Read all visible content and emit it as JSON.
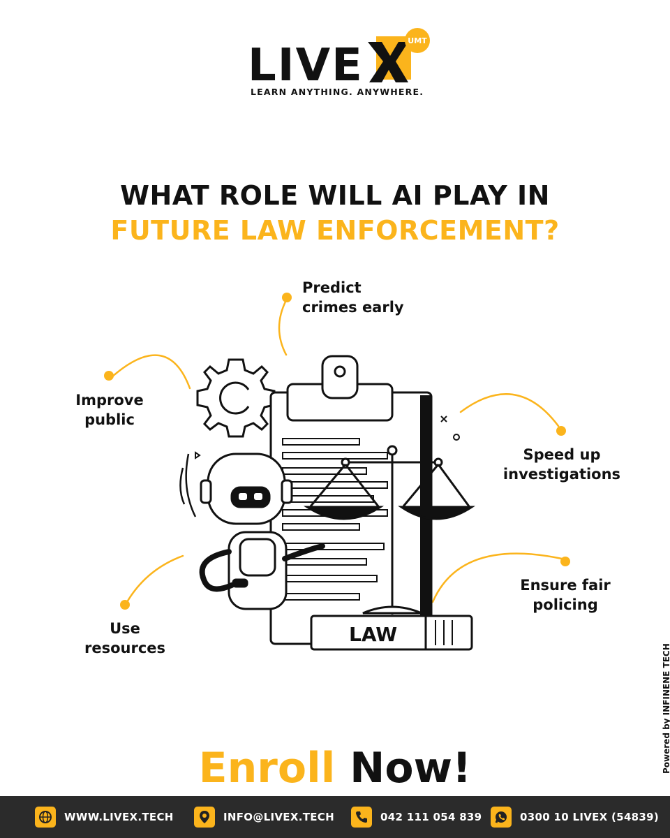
{
  "brand": {
    "wordmark": "LIVE",
    "badge": "UMT",
    "tagline": "LEARN ANYTHING. ANYWHERE.",
    "accent_color": "#FBB41C",
    "dark_color": "#111111"
  },
  "headline": {
    "line1": "WHAT ROLE WILL AI PLAY IN",
    "line2": "FUTURE LAW ENFORCEMENT?"
  },
  "points": {
    "predict": [
      "Predict",
      "crimes early"
    ],
    "improve": [
      "Improve",
      "public"
    ],
    "speed": [
      "Speed up",
      "investigations"
    ],
    "ensure": [
      "Ensure fair",
      "policing"
    ],
    "use": [
      "Use",
      "resources"
    ]
  },
  "illustration": {
    "book_label": "LAW",
    "icons": [
      "robot-icon",
      "clipboard-icon",
      "scales-of-justice-icon",
      "gear-icon",
      "law-book-icon"
    ]
  },
  "cta": {
    "word1": "Enroll",
    "word2": "Now!"
  },
  "powered_by": "Powered by INFINENE TECH",
  "footer": {
    "website": "WWW.LIVEX.TECH",
    "email": "INFO@LIVEX.TECH",
    "phone": "042 111 054 839",
    "whatsapp": "0300 10 LIVEX (54839)",
    "icons": [
      "globe-icon",
      "location-pin-icon",
      "phone-icon",
      "whatsapp-icon"
    ]
  }
}
